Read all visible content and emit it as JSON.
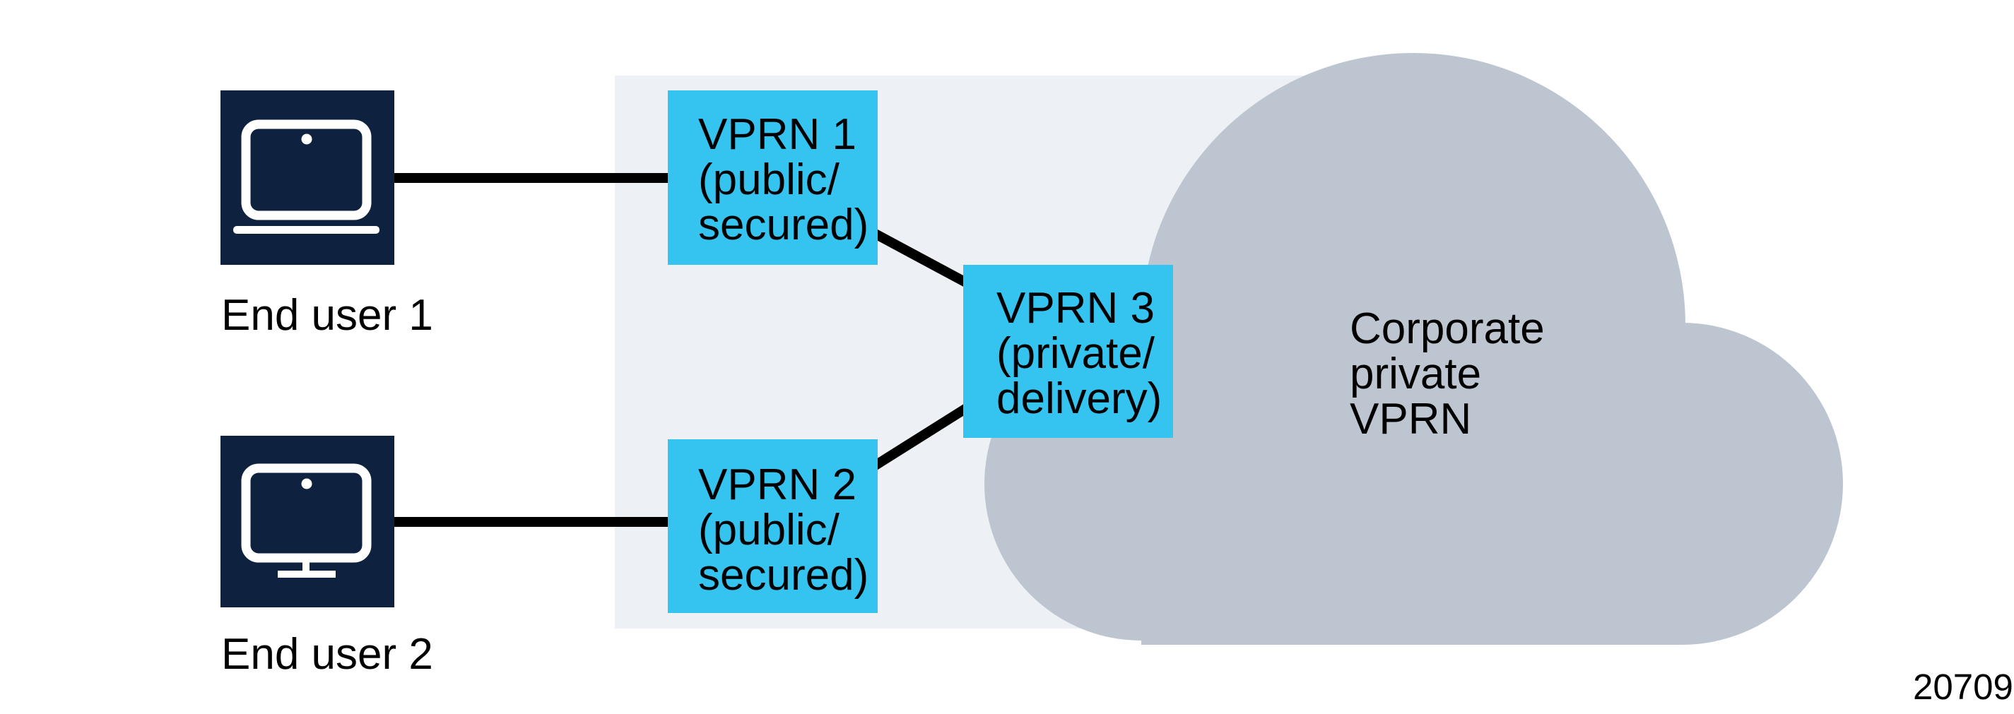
{
  "figure": {
    "number": "20709",
    "colors": {
      "device_tile": "#0E2240",
      "node_box": "#35C4F0",
      "secured_zone_panel": "#EDF1F5",
      "cloud": "#BDC6D0",
      "connector_line": "#000000",
      "icon_stroke": "#FFFFFF",
      "text": "#000000"
    },
    "end_users": [
      {
        "label": "End user 1",
        "icon": "laptop-icon"
      },
      {
        "label": "End user 2",
        "icon": "desktop-monitor-icon"
      }
    ],
    "nodes": [
      {
        "id": "vprn1",
        "label": "VPRN 1\n(public/\nsecured)"
      },
      {
        "id": "vprn2",
        "label": "VPRN 2\n(public/\nsecured)"
      },
      {
        "id": "vprn3",
        "label": "VPRN 3\n(private/\ndelivery)"
      }
    ],
    "cloud_label": "Corporate\nprivate\nVPRN"
  }
}
